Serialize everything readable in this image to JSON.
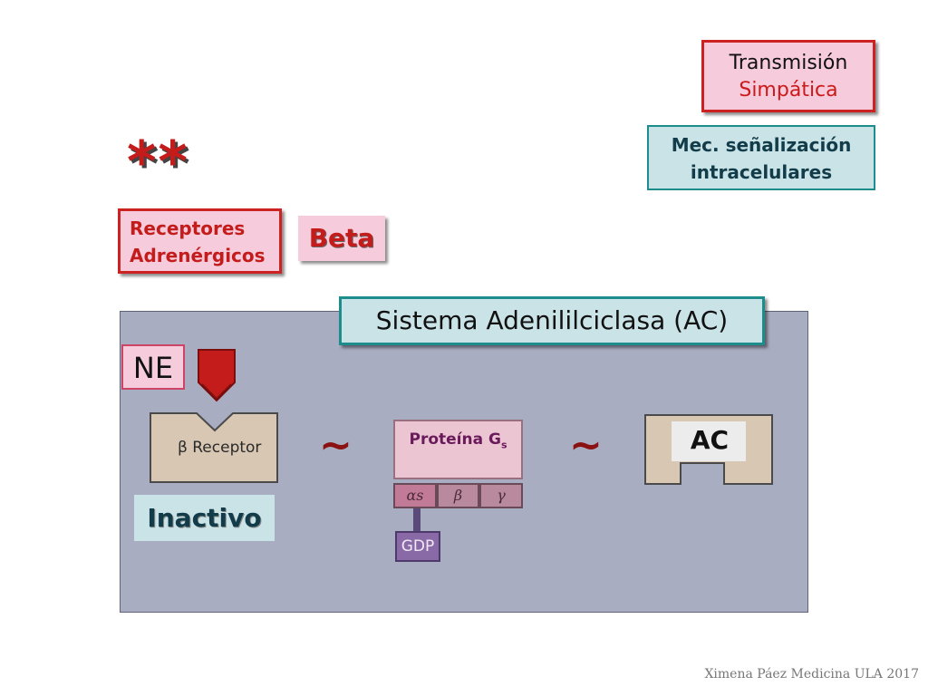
{
  "title": {
    "line1": "Transmisión",
    "line2": "Simpática"
  },
  "mechanism": {
    "line1": "Mec. señalización",
    "line2": "intracelulares"
  },
  "stars": "**",
  "receptors": {
    "line1": "Receptores",
    "line2": "Adrenérgicos"
  },
  "beta_label": "Beta",
  "system_title": "Sistema Adenililciclasa (AC)",
  "ne_label": "NE",
  "receptor_label": "β Receptor",
  "state_label": "Inactivo",
  "tilde": "~",
  "g_protein": {
    "label": "Proteína G",
    "label_subscript": "s",
    "subunits": [
      "αs",
      "β",
      "γ"
    ],
    "bound_nucleotide": "GDP"
  },
  "ac_label": "AC",
  "footer": "Ximena Páez Medicina ULA 2017",
  "colors": {
    "panel": "#a9adc2",
    "pink_box": "#f6ccdc",
    "teal_box": "#c9e3e7",
    "red_accent": "#cc2222",
    "ne_ligand": "#c41b1b"
  }
}
